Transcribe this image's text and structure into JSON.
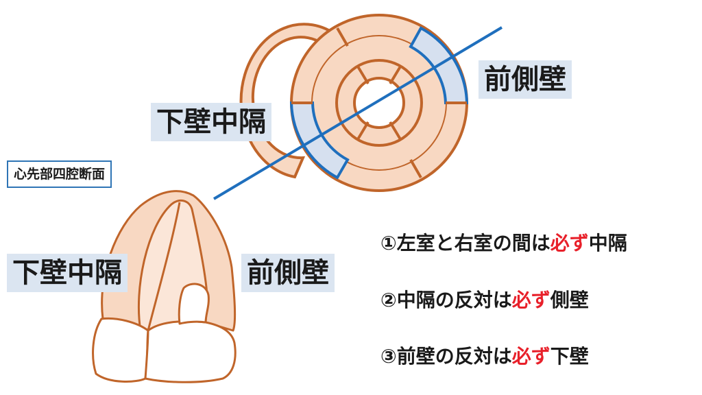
{
  "labels": {
    "top_right": "前側壁",
    "top_left": "下壁中隔",
    "view_name": "心先部四腔断面",
    "bottom_left": "下壁中隔",
    "bottom_right": "前側壁"
  },
  "rules": [
    {
      "prefix": "①左室と右室の間は",
      "emphasis": "必ず",
      "suffix": "中隔"
    },
    {
      "prefix": "②中隔の反対は",
      "emphasis": "必ず",
      "suffix": "側壁"
    },
    {
      "prefix": "③前壁の反対は",
      "emphasis": "必ず",
      "suffix": "下壁"
    }
  ],
  "colors": {
    "muscle_fill": "#f8d8c2",
    "muscle_stroke": "#c0652a",
    "highlight_fill": "#d6e0ef",
    "highlight_stroke": "#1f6fbd",
    "emphasis_text": "#e8202a"
  }
}
